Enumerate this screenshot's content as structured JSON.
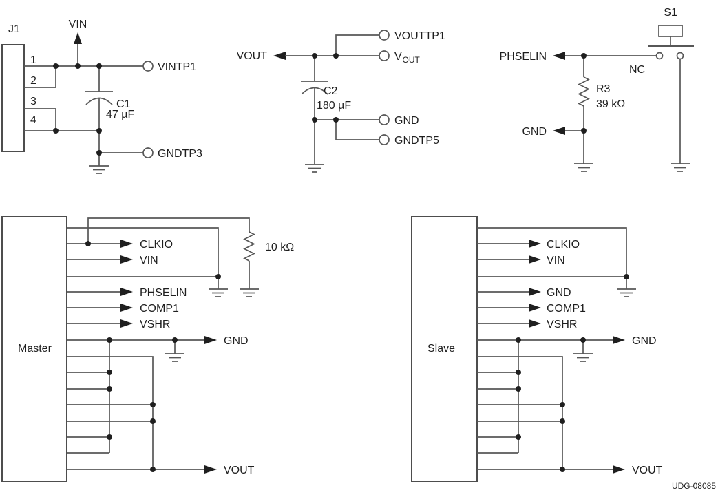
{
  "figure_id": "UDG-08085",
  "input_circuit": {
    "connector_ref": "J1",
    "pin_numbers": [
      "1",
      "2",
      "3",
      "4"
    ],
    "rail_label": "VIN",
    "capacitor": {
      "ref": "C1",
      "value": "47 µF"
    },
    "testpoints": {
      "vin": "VINTP1",
      "gnd": "GNDTP3"
    }
  },
  "output_circuit": {
    "net_label": "VOUT",
    "capacitor": {
      "ref": "C2",
      "value": "180 µF"
    },
    "testpoints": {
      "vouttp1": "VOUTTP1",
      "vout_main": "V",
      "vout_sub": "OUT",
      "gnd": "GND",
      "gndtp5": "GNDTP5"
    }
  },
  "phase_select_circuit": {
    "switch_ref": "S1",
    "net_label": "PHSELIN",
    "nc_label": "NC",
    "resistor": {
      "ref": "R3",
      "value": "39 kΩ"
    },
    "gnd_label": "GND"
  },
  "master_block": {
    "title": "Master",
    "pullup_resistor_value": "10 kΩ",
    "pins": [
      "CLKIO",
      "VIN",
      "PHSELIN",
      "COMP1",
      "VSHR",
      "GND",
      "VOUT"
    ]
  },
  "slave_block": {
    "title": "Slave",
    "pins": [
      "CLKIO",
      "VIN",
      "GND",
      "COMP1",
      "VSHR",
      "GND",
      "VOUT"
    ]
  }
}
